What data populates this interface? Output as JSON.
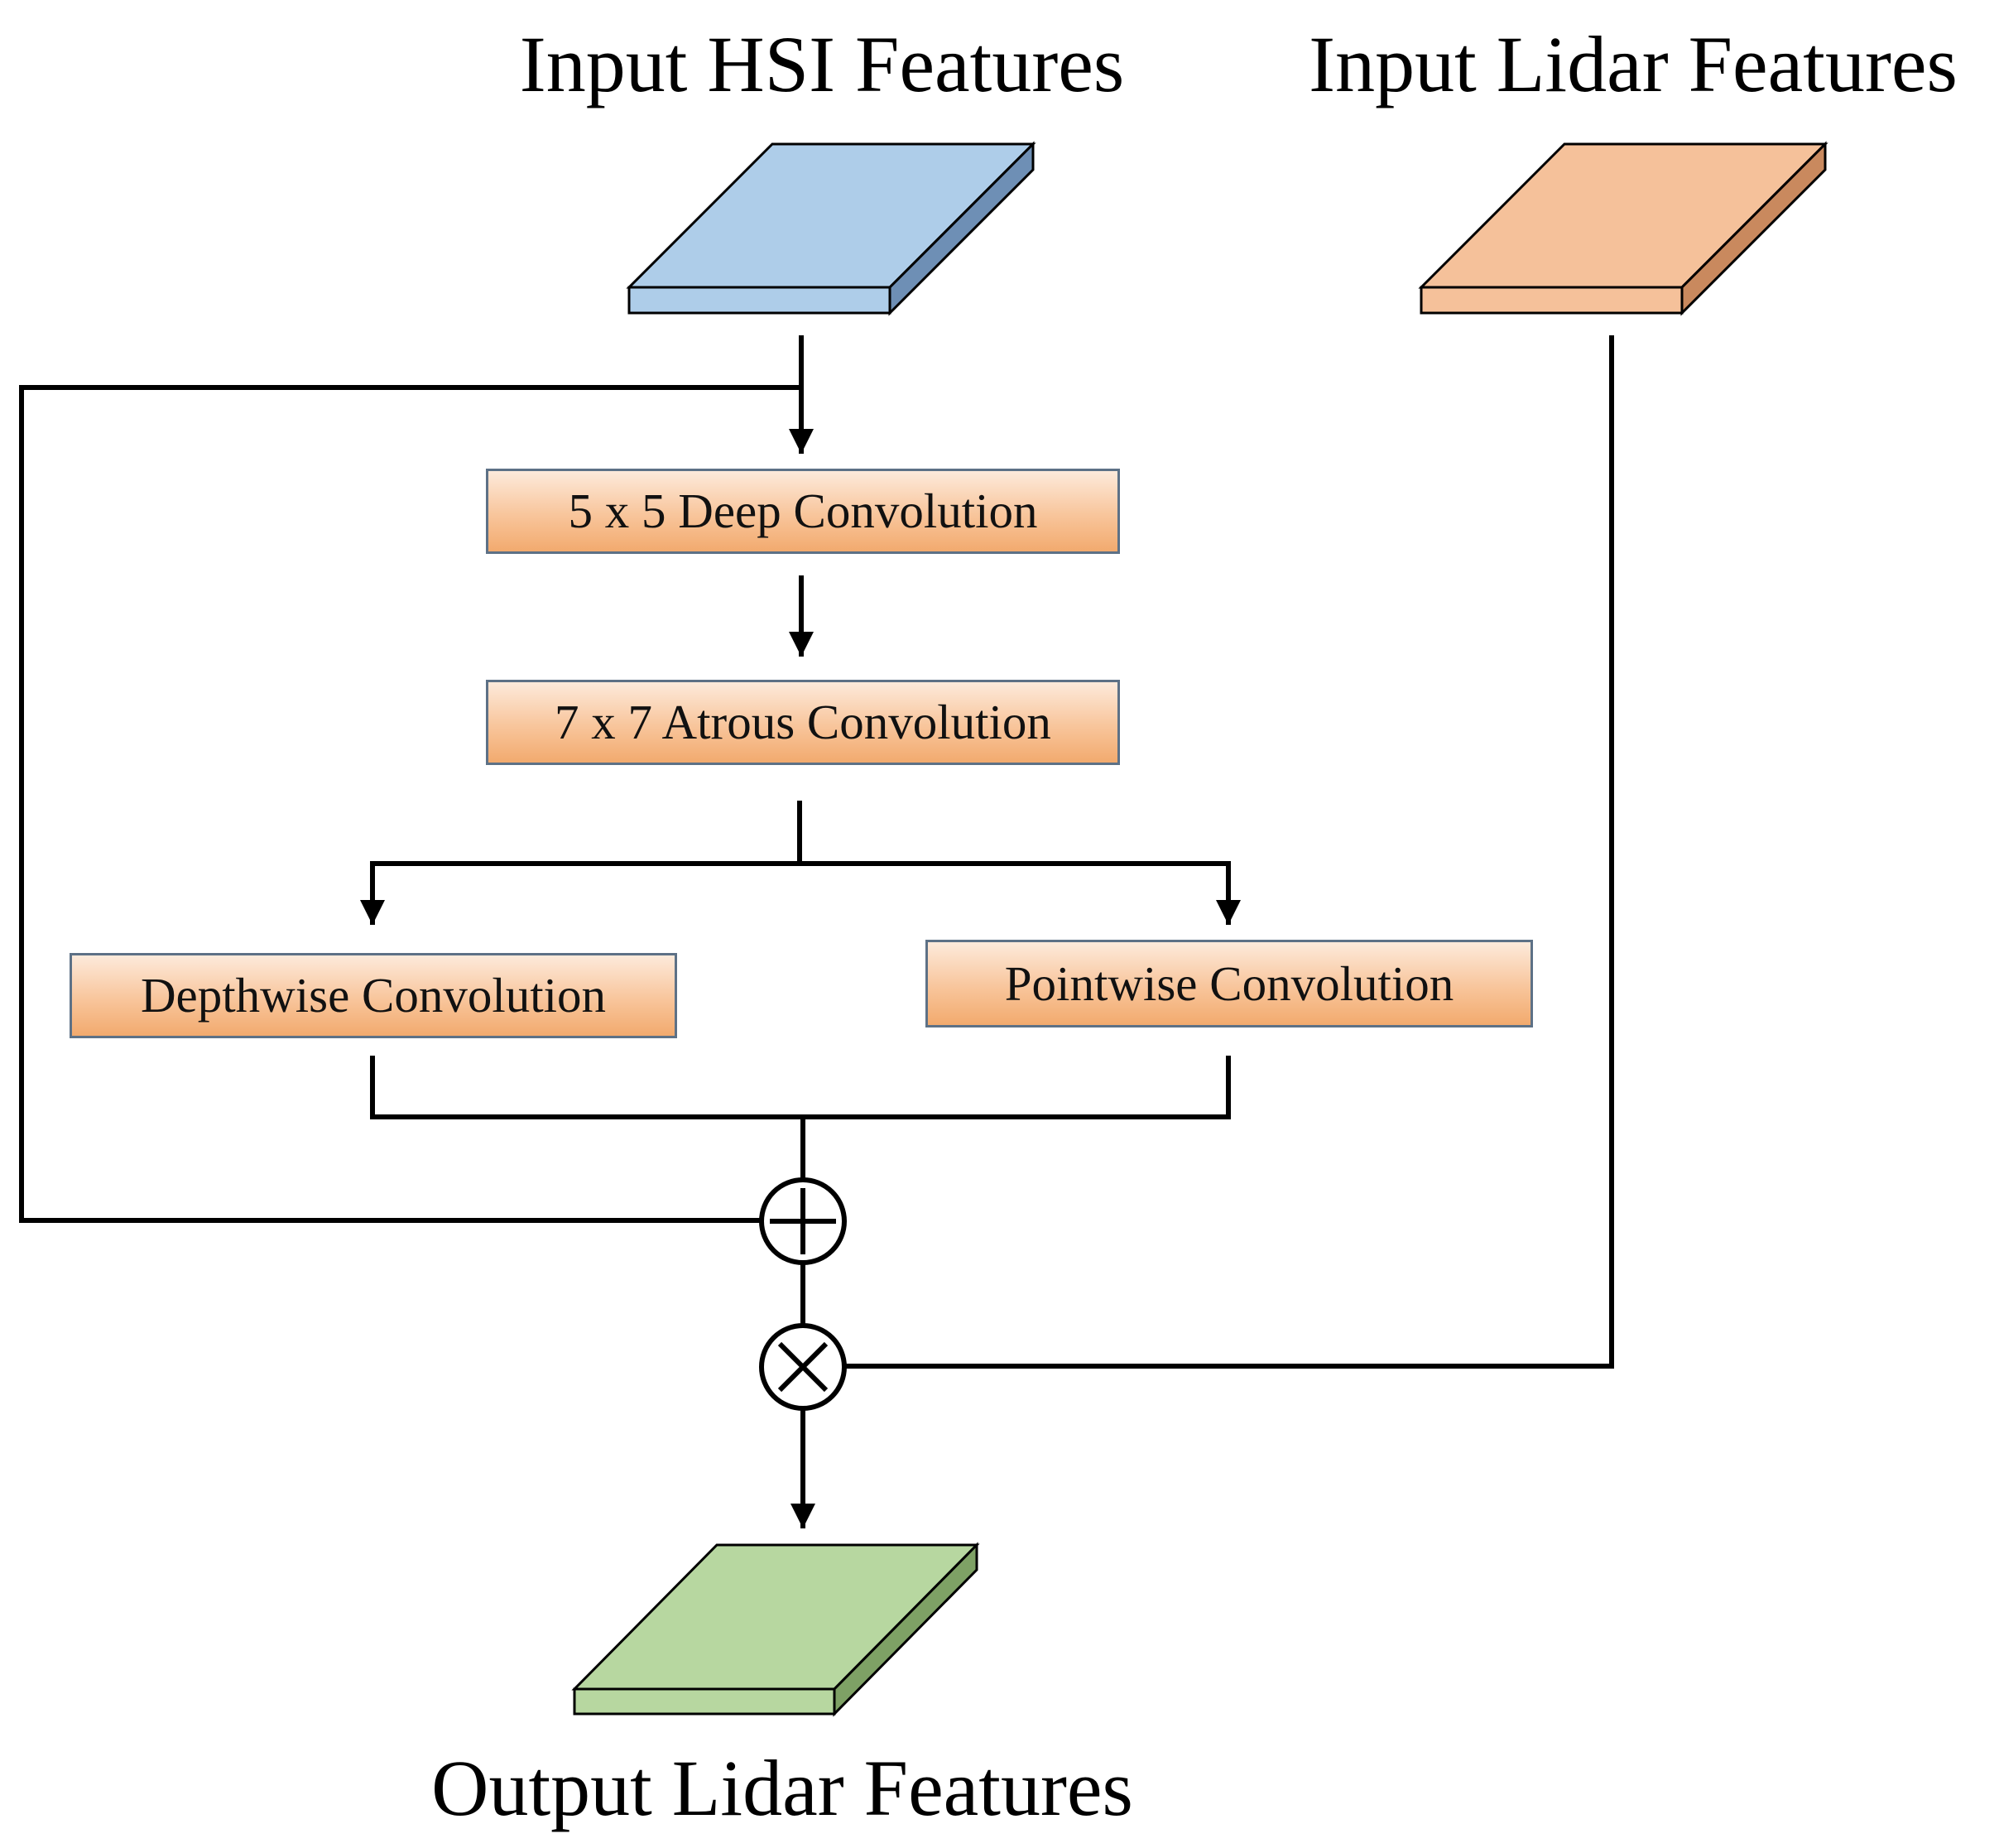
{
  "labels": {
    "input_hsi": "Input HSI Features",
    "input_lidar": "Input Lidar Features",
    "output_lidar": "Output Lidar Features"
  },
  "blocks": {
    "deep_conv": "5 x 5 Deep Convolution",
    "atrous_conv": "7 x 7 Atrous Convolution",
    "depthwise_conv": "Depthwise Convolution",
    "pointwise_conv": "Pointwise Convolution"
  },
  "operators": {
    "add": "add",
    "multiply": "multiply"
  },
  "colors": {
    "hsi_top": "#aecde9",
    "hsi_side": "#6e8fb5",
    "lidar_top": "#f5c19a",
    "lidar_side": "#c9895e",
    "output_top": "#b7d7a0",
    "output_side": "#7ea165",
    "box_fill": "#f8c59b",
    "box_border": "#5d7186",
    "line": "#000000"
  }
}
